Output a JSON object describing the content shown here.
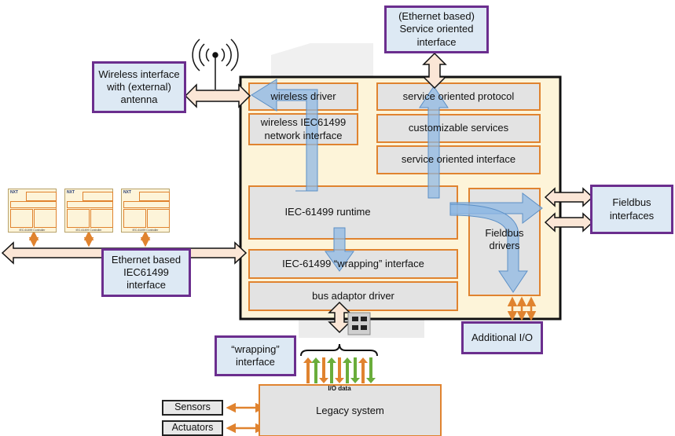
{
  "labels": {
    "ethernet_service": "(Ethernet based)\nService oriented\ninterface",
    "wireless_iface": "Wireless interface\nwith (external)\nantenna",
    "wireless_driver": "wireless driver",
    "wireless_network": "wireless IEC61499\nnetwork interface",
    "service_protocol": "service oriented protocol",
    "custom_services": "customizable services",
    "service_interface": "service oriented interface",
    "runtime": "IEC-61499 runtime",
    "fieldbus_drivers": "Fieldbus\ndrivers",
    "fieldbus_iface": "Fieldbus\ninterfaces",
    "wrapping_iface": "IEC-61499 “wrapping” interface",
    "bus_adaptor": "bus adaptor driver",
    "ethernet_iec": "Ethernet based\nIEC61499\ninterface",
    "additional_io": "Additional I/O",
    "wrapping_label": "“wrapping”\ninterface",
    "io_data": "I/O data",
    "legacy": "Legacy system",
    "sensors": "Sensors",
    "actuators": "Actuators"
  },
  "controllers": {
    "brand": "NXT",
    "caption": "IEC-61499 Controller"
  },
  "colors": {
    "purple_border": "#6b2e8e",
    "orange_border": "#e0832f",
    "light_blue_fill": "#dde9f4",
    "yellow_fill": "#fdf4d9",
    "gray_fill": "#e3e3e3",
    "blue_arrow": "#8fb8e3",
    "peach_arrow": "#fbe6d6",
    "green_arrow": "#6aad3b"
  }
}
